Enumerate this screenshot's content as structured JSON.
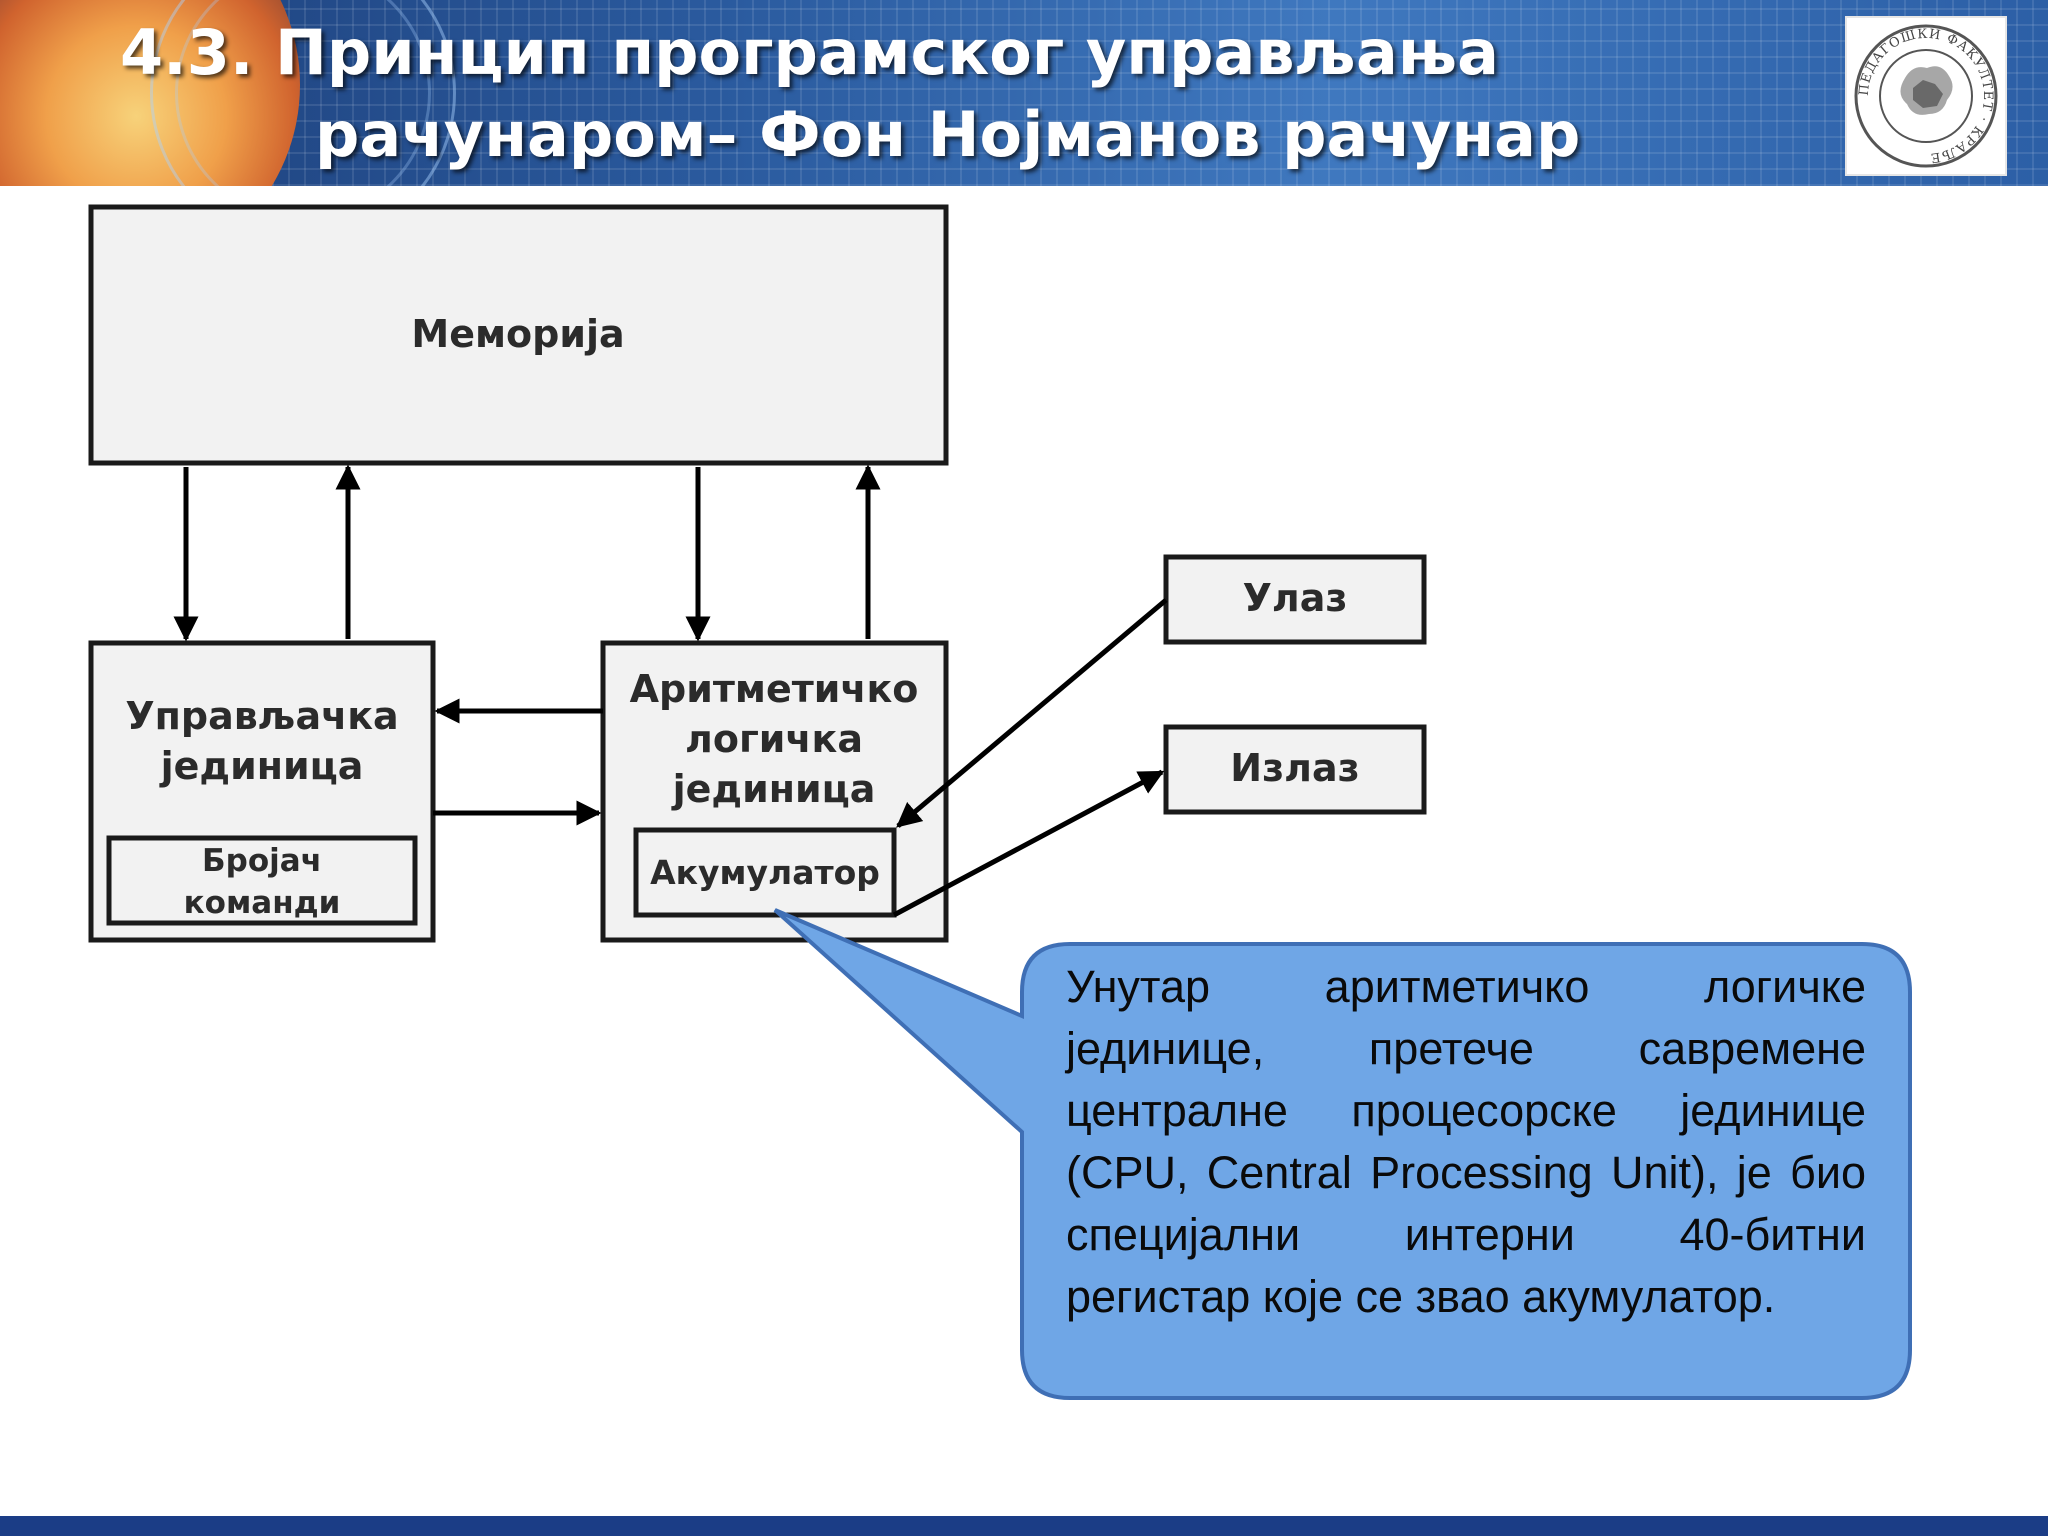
{
  "slide": {
    "title_line1": "4.3. Принцип програмског управљања",
    "title_line2": "рачунаром– Фон Нојманов рачунар",
    "logo_text": "ПЕДАГОШКИ ФАКУЛТЕТ · КРАЉЕ"
  },
  "diagram": {
    "memory": "Меморија",
    "control_unit_line1": "Управљачка",
    "control_unit_line2": "јединица",
    "counter_line1": "Бројач",
    "counter_line2": "команди",
    "alu_line1": "Аритметичко",
    "alu_line2": "логичка",
    "alu_line3": "јединица",
    "accumulator": "Акумулатор",
    "input": "Улаз",
    "output": "Излаз"
  },
  "callout": {
    "text": "Унутар аритметичко логичке јединице, претече савремене централне процесорске јединице (CPU, Central Processing Unit), је био специјални интерни 40-битни регистар које се звао акумулатор."
  },
  "colors": {
    "header_blue": "#2a5a9e",
    "callout_fill": "#6fa6e6",
    "callout_border": "#3f6fb5",
    "box_fill": "#f2f2f2",
    "footer_blue": "#1b3d86"
  }
}
